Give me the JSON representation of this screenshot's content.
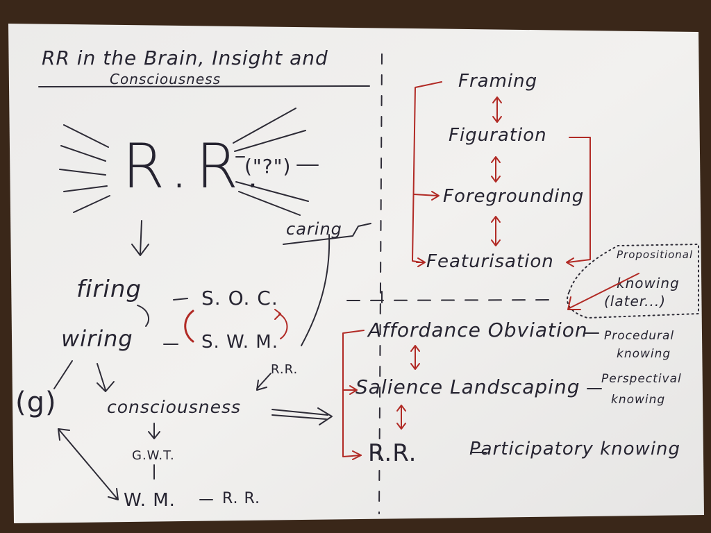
{
  "title": {
    "line1": "RR in the Brain, Insight and",
    "line2": "Consciousness"
  },
  "left": {
    "big_rr": "R.R.",
    "question": "(\"?\")",
    "caring": "caring",
    "firing": "firing",
    "wiring": "wiring",
    "soc": "S. O. C.",
    "swm": "S. W. M.",
    "g": "(g)",
    "consciousness": "consciousness",
    "rr_small": "R.R.",
    "gwt": "G.W.T.",
    "wm": "W. M.",
    "wm_rr": "R. R."
  },
  "right_top": {
    "items": [
      "Framing",
      "Figuration",
      "Foregrounding",
      "Featurisation"
    ]
  },
  "note": {
    "lines": [
      "Propositional",
      "knowing",
      "(later...)"
    ]
  },
  "right_bottom": {
    "items": [
      {
        "term": "Affordance Obviation",
        "knowing": [
          "Procedural",
          "knowing"
        ]
      },
      {
        "term": "Salience Landscaping",
        "knowing": [
          "Perspectival",
          "knowing"
        ]
      },
      {
        "term": "R.R.",
        "knowing": [
          "Participatory knowing"
        ]
      }
    ]
  },
  "colors": {
    "ink": "#262431",
    "red_ink": "#b12a25",
    "paper": "#efeeec",
    "table": "#3a2719"
  }
}
